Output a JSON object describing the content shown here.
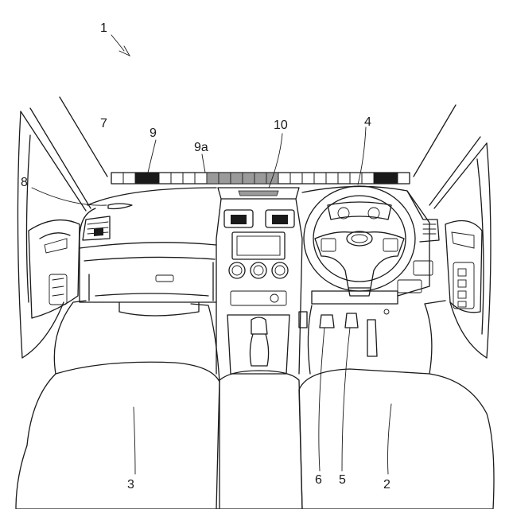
{
  "figure": {
    "labels": {
      "vehicle": "1",
      "driver_seat": "2",
      "passenger_seat": "3",
      "steering_wheel": "4",
      "accelerator_pedal": "5",
      "brake_pedal": "6",
      "windshield": "7",
      "dashboard": "8",
      "display_bar": "9",
      "display_segment": "9a",
      "center_console": "10"
    }
  }
}
